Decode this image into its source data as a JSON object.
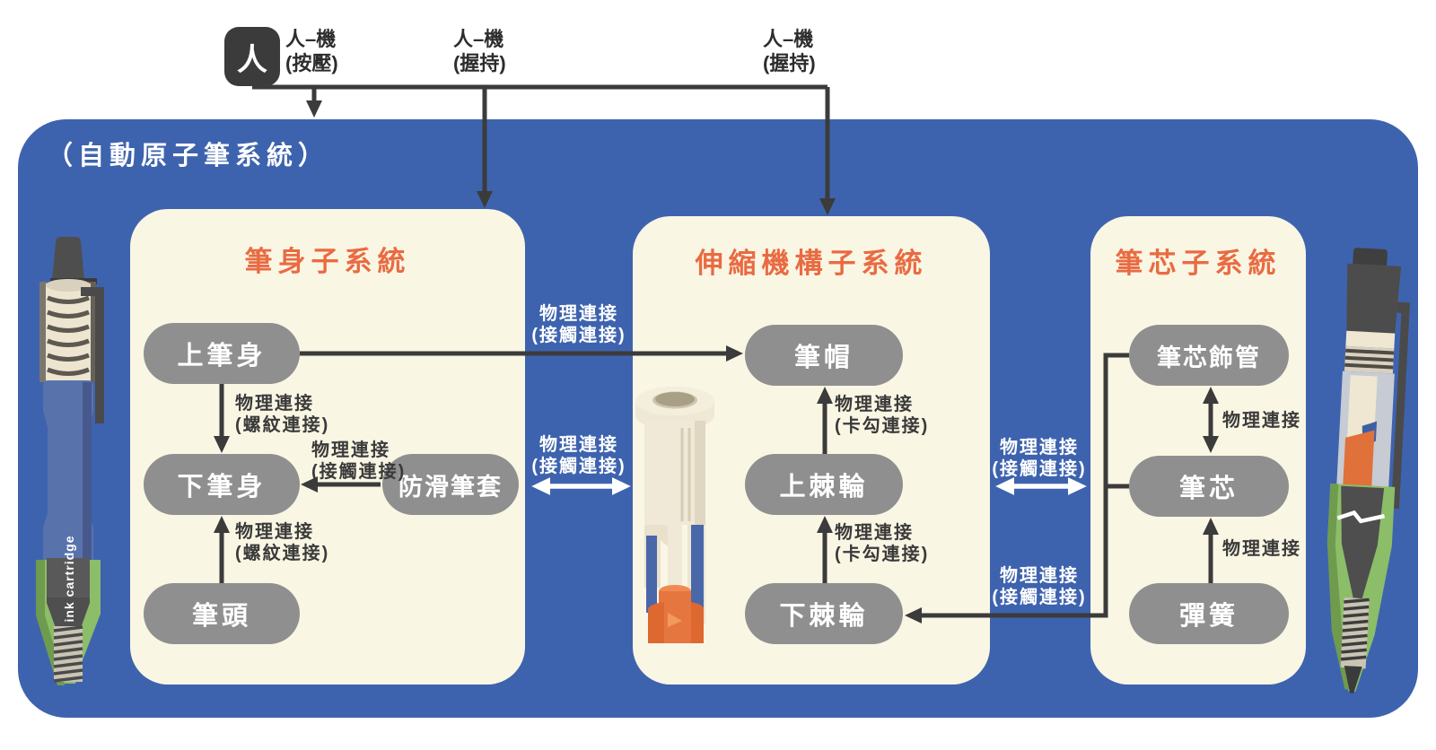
{
  "human": {
    "label": "人"
  },
  "top_links": [
    {
      "line1": "人–機",
      "line2": "(按壓)"
    },
    {
      "line1": "人–機",
      "line2": "(握持)"
    },
    {
      "line1": "人–機",
      "line2": "(握持)"
    }
  ],
  "system": {
    "title": "（自動原子筆系統）"
  },
  "subsystems": [
    {
      "title": "筆身子系統",
      "nodes": {
        "upper_body": "上筆身",
        "lower_body": "下筆身",
        "grip": "防滑筆套",
        "tip": "筆頭"
      }
    },
    {
      "title": "伸縮機構子系統",
      "nodes": {
        "cap": "筆帽",
        "upper_ratchet": "上棘輪",
        "lower_ratchet": "下棘輪"
      }
    },
    {
      "title": "筆芯子系統",
      "nodes": {
        "trim_tube": "筆芯飾管",
        "refill": "筆芯",
        "spring": "彈簧"
      }
    }
  ],
  "link_labels": {
    "physical": "物理連接",
    "contact": "(接觸連接)",
    "thread": "(螺紋連接)",
    "hook": "(卡勾連接)"
  },
  "pens": {
    "left_pen_text": "ink cartridge"
  },
  "colors": {
    "panel_blue": "#3E63AE",
    "box_cream": "#FAF6E4",
    "title_orange": "#E96B42",
    "node_gray": "#8F8F8F",
    "arrow_dark": "#3B3B3B",
    "arrow_white": "#FFFFFF",
    "pen_green": "#8CBD68",
    "pen_blue": "#5872AC",
    "pen_orange": "#E0713B"
  }
}
